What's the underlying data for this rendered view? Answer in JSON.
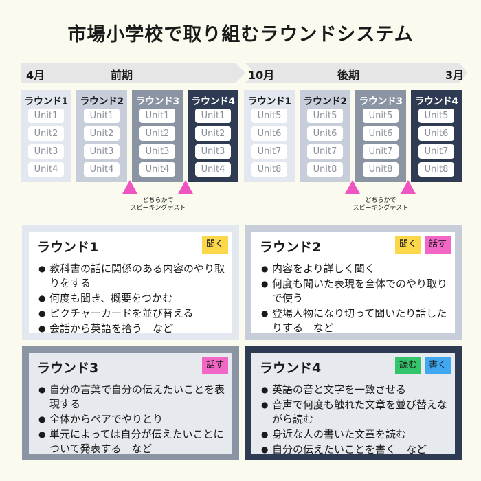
{
  "title": "市場小学校で取り組むラウンドシステム",
  "timeline": {
    "labels": [
      "4月",
      "前期",
      "10月",
      "後期",
      "3月"
    ]
  },
  "rounds": [
    {
      "title": "ラウンド1",
      "units": [
        "Unit1",
        "Unit2",
        "Unit3",
        "Unit4"
      ]
    },
    {
      "title": "ラウンド2",
      "units": [
        "Unit1",
        "Unit2",
        "Unit3",
        "Unit4"
      ]
    },
    {
      "title": "ラウンド3",
      "units": [
        "Unit1",
        "Unit2",
        "Unit3",
        "Unit4"
      ]
    },
    {
      "title": "ラウンド4",
      "units": [
        "Unit1",
        "Unit2",
        "Unit3",
        "Unit4"
      ]
    },
    {
      "title": "ラウンド1",
      "units": [
        "Unit5",
        "Unit6",
        "Unit7",
        "Unit8"
      ]
    },
    {
      "title": "ラウンド2",
      "units": [
        "Unit5",
        "Unit6",
        "Unit7",
        "Unit8"
      ]
    },
    {
      "title": "ラウンド3",
      "units": [
        "Unit5",
        "Unit6",
        "Unit7",
        "Unit8"
      ]
    },
    {
      "title": "ラウンド4",
      "units": [
        "Unit5",
        "Unit6",
        "Unit7",
        "Unit8"
      ]
    }
  ],
  "speaking_test": {
    "line1": "どちらかで",
    "line2": "スピーキングテスト"
  },
  "cards": [
    {
      "title": "ラウンド1",
      "tags": [
        "聞く"
      ],
      "items": [
        "教科書の話に関係のある内容のやり取りをする",
        "何度も聞き、概要をつかむ",
        "ピクチャーカードを並び替える",
        "会話から英語を拾う　など"
      ]
    },
    {
      "title": "ラウンド2",
      "tags": [
        "聞く",
        "話す"
      ],
      "items": [
        "内容をより詳しく聞く",
        "何度も聞いた表現を全体でのやり取りで使う",
        "登場人物になり切って聞いたり話したりする　など"
      ]
    },
    {
      "title": "ラウンド3",
      "tags": [
        "話す"
      ],
      "items": [
        "自分の言葉で自分の伝えたいことを表現する",
        "全体からペアでやりとり",
        "単元によっては自分が伝えたいことについて発表する　など"
      ]
    },
    {
      "title": "ラウンド4",
      "tags": [
        "読む",
        "書く"
      ],
      "items": [
        "英語の音と文字を一致させる",
        "音声で何度も触れた文章を並び替えながら読む",
        "身近な人の書いた文章を読む",
        "自分の伝えたいことを書く　など"
      ]
    }
  ]
}
